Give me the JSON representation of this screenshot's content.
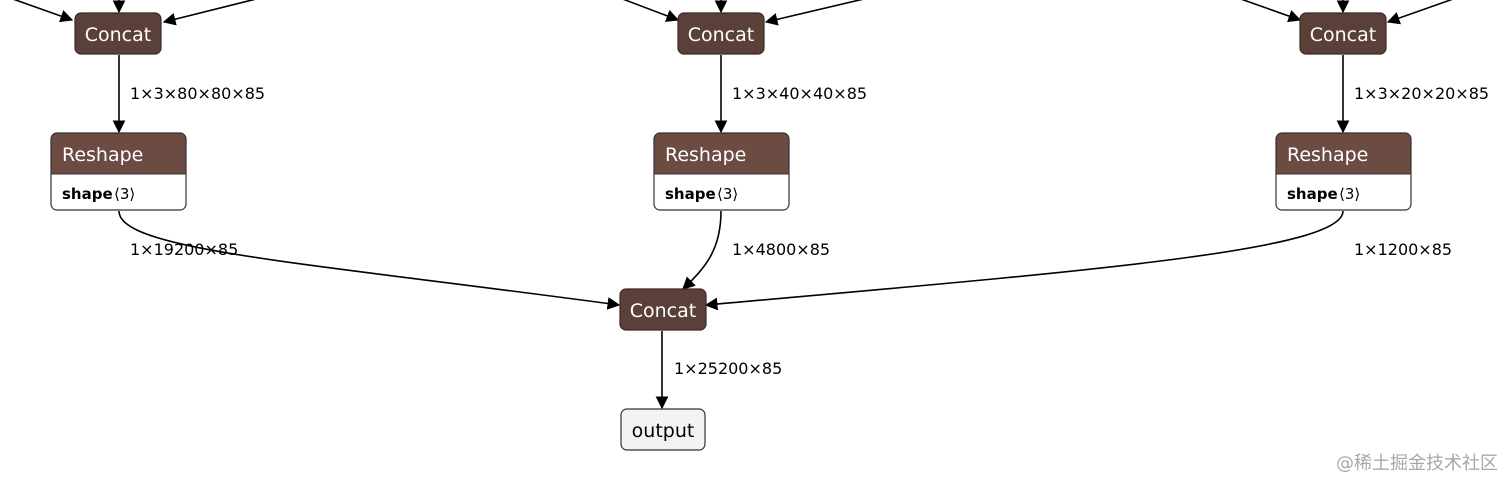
{
  "colors": {
    "op_node": "#5a4039",
    "op_node_border": "#3c2a25",
    "output_node": "#f3f3f3",
    "attr_bg": "#ffffff",
    "edge": "#000000"
  },
  "nodes": {
    "concat_left": "Concat",
    "concat_mid": "Concat",
    "concat_right": "Concat",
    "reshape_left": {
      "title": "Reshape",
      "attr_key": "shape",
      "attr_val": "⟨3⟩"
    },
    "reshape_mid": {
      "title": "Reshape",
      "attr_key": "shape",
      "attr_val": "⟨3⟩"
    },
    "reshape_right": {
      "title": "Reshape",
      "attr_key": "shape",
      "attr_val": "⟨3⟩"
    },
    "concat_final": "Concat",
    "output": "output"
  },
  "edges": {
    "concat_left_to_reshape": "1×3×80×80×85",
    "concat_mid_to_reshape": "1×3×40×40×85",
    "concat_right_to_reshape": "1×3×20×20×85",
    "reshape_left_to_concat": "1×19200×85",
    "reshape_mid_to_concat": "1×4800×85",
    "reshape_right_to_concat": "1×1200×85",
    "concat_to_output": "1×25200×85"
  },
  "watermark": "@稀土掘金技术社区"
}
